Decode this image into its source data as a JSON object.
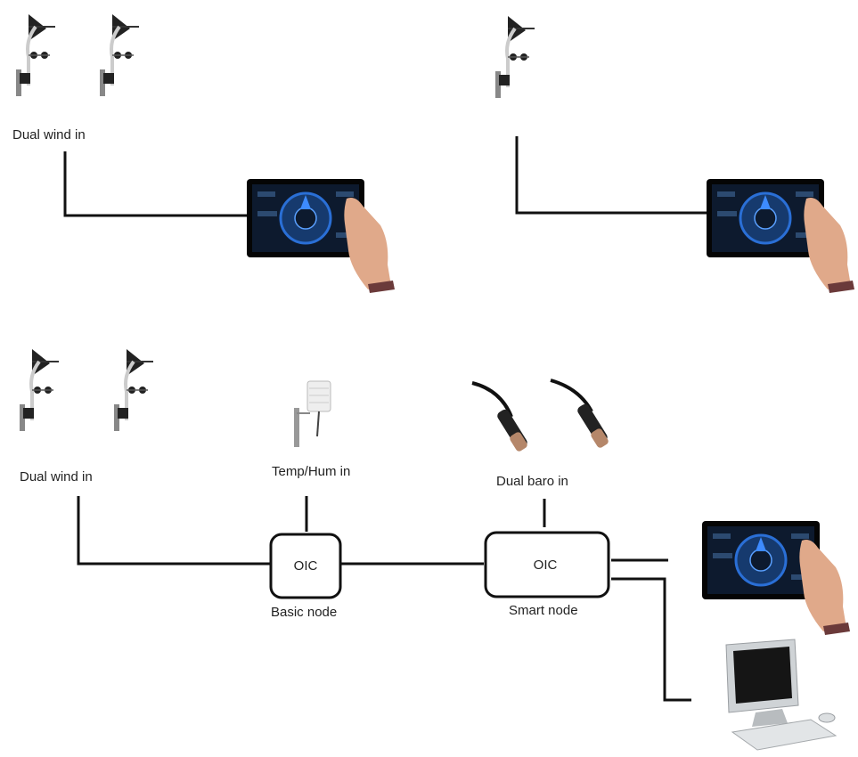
{
  "labels": {
    "dual_wind_top": "Dual wind in",
    "dual_wind_bottom": "Dual wind in",
    "temp_hum": "Temp/Hum in",
    "dual_baro": "Dual baro in",
    "basic_node": "Basic node",
    "smart_node": "Smart node"
  },
  "nodes": {
    "basic": {
      "text": "OIC"
    },
    "smart": {
      "text": "OIC"
    }
  },
  "colors": {
    "line": "#111111",
    "screen_bg": "#0d1a2e",
    "screen_accent": "#2a6fd6",
    "skin": "#e0a98a"
  },
  "icons": [
    "wind-sensor-icon",
    "temp-hum-sensor-icon",
    "baro-sensor-icon",
    "touch-display-icon",
    "desktop-computer-icon"
  ]
}
